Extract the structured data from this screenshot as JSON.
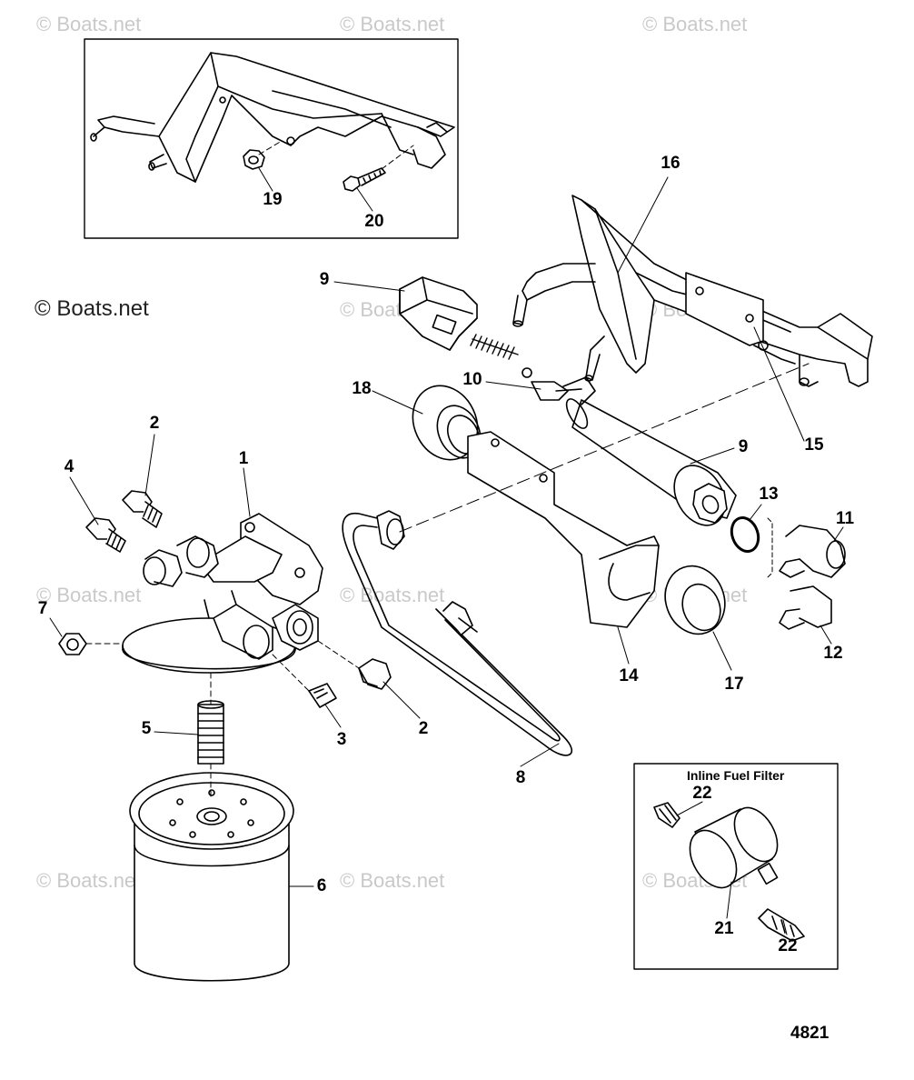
{
  "watermark": "© Boats.net",
  "copyright": "© Boats.net",
  "inset_title": "Inline Fuel Filter",
  "figure_number": "4821",
  "callouts": {
    "c1": "1",
    "c2a": "2",
    "c2b": "2",
    "c3": "3",
    "c4": "4",
    "c5": "5",
    "c6": "6",
    "c7": "7",
    "c8": "8",
    "c9a": "9",
    "c9b": "9",
    "c10": "10",
    "c11": "11",
    "c12": "12",
    "c13": "13",
    "c14": "14",
    "c15": "15",
    "c16": "16",
    "c17": "17",
    "c18": "18",
    "c19": "19",
    "c20": "20",
    "c21": "21",
    "c22a": "22",
    "c22b": "22"
  }
}
